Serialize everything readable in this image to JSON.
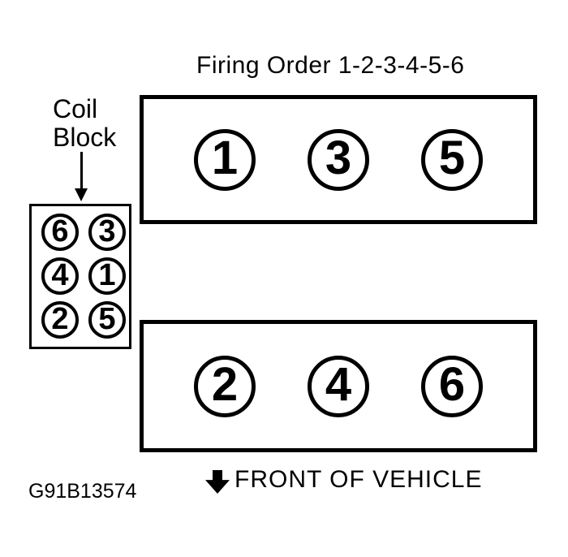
{
  "title": "Firing Order 1-2-3-4-5-6",
  "colors": {
    "ink": "#000000",
    "background": "#ffffff"
  },
  "coil_block": {
    "label_line1": "Coil",
    "label_line2": "Block",
    "arrow_icon": "down-arrow",
    "cells": [
      "6",
      "3",
      "4",
      "1",
      "2",
      "5"
    ]
  },
  "banks": {
    "rear": {
      "cylinders": [
        "1",
        "3",
        "5"
      ]
    },
    "front": {
      "cylinders": [
        "2",
        "4",
        "6"
      ]
    }
  },
  "footer": {
    "reference_code": "G91B13574",
    "front_arrow_icon": "down-arrow",
    "front_label": "FRONT OF VEHICLE"
  }
}
